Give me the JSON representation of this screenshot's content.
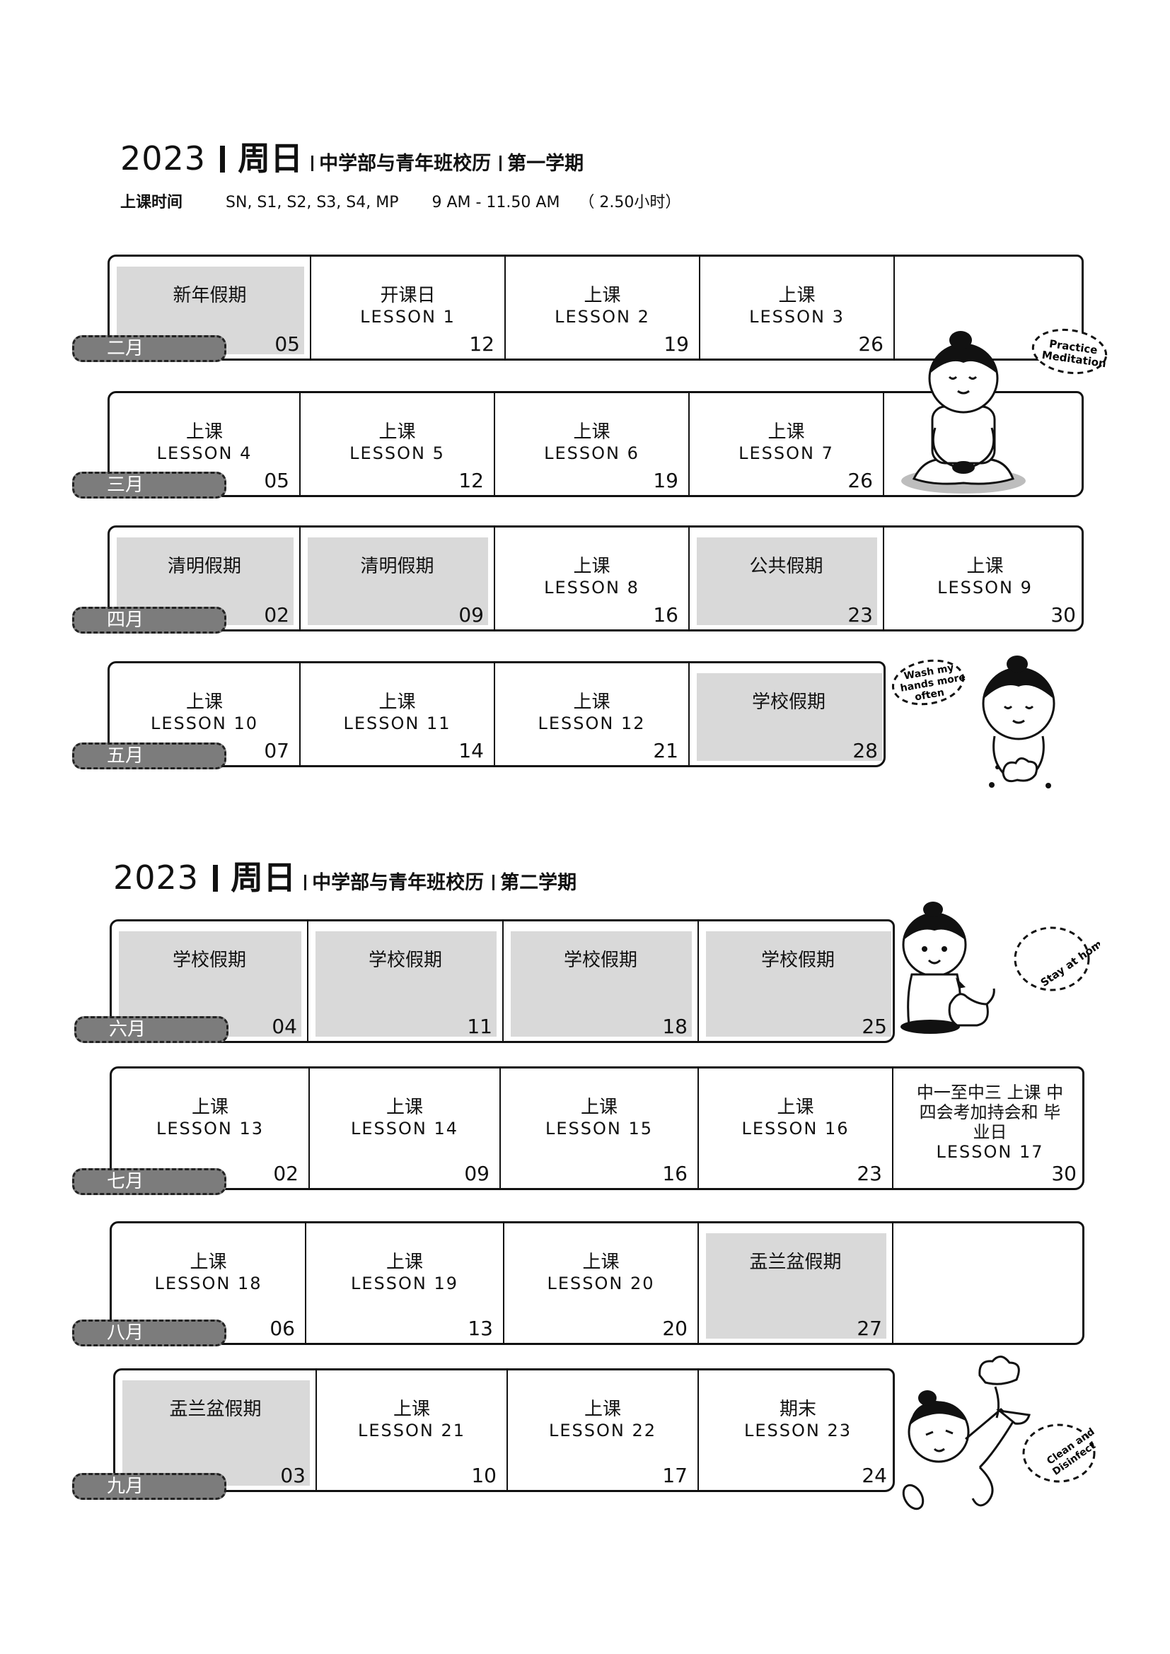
{
  "term1": {
    "year": "2023",
    "day": "周日",
    "school": "中学部与青年班校历",
    "term": "第一学期",
    "class_time_label": "上课时间",
    "classes": "SN, S1, S2, S3, S4, MP",
    "time": "9 AM - 11.50 AM",
    "duration": "（ 2.50小时）"
  },
  "term2": {
    "year": "2023",
    "day": "周日",
    "school": "中学部与青年班校历",
    "term": "第二学期"
  },
  "rows": [
    {
      "month": "二月",
      "cells": [
        {
          "zh": "新年假期",
          "en": "",
          "date": "05",
          "holiday": true
        },
        {
          "zh": "开课日",
          "en": "LESSON 1",
          "date": "12"
        },
        {
          "zh": "上课",
          "en": "LESSON 2",
          "date": "19"
        },
        {
          "zh": "上课",
          "en": "LESSON 3",
          "date": "26"
        },
        {
          "zh": "",
          "en": "",
          "date": ""
        }
      ]
    },
    {
      "month": "三月",
      "cells": [
        {
          "zh": "上课",
          "en": "LESSON 4",
          "date": "05"
        },
        {
          "zh": "上课",
          "en": "LESSON 5",
          "date": "12"
        },
        {
          "zh": "上课",
          "en": "LESSON 6",
          "date": "19"
        },
        {
          "zh": "上课",
          "en": "LESSON 7",
          "date": "26"
        },
        {
          "zh": "",
          "en": "",
          "date": ""
        }
      ]
    },
    {
      "month": "四月",
      "cells": [
        {
          "zh": "清明假期",
          "en": "",
          "date": "02",
          "holiday": true
        },
        {
          "zh": "清明假期",
          "en": "",
          "date": "09",
          "holiday": true
        },
        {
          "zh": "上课",
          "en": "LESSON 8",
          "date": "16"
        },
        {
          "zh": "公共假期",
          "en": "",
          "date": "23",
          "holiday": true
        },
        {
          "zh": "上课",
          "en": "LESSON 9",
          "date": "30"
        }
      ]
    },
    {
      "month": "五月",
      "cells": [
        {
          "zh": "上课",
          "en": "LESSON 10",
          "date": "07"
        },
        {
          "zh": "上课",
          "en": "LESSON 11",
          "date": "14"
        },
        {
          "zh": "上课",
          "en": "LESSON 12",
          "date": "21"
        },
        {
          "zh": "学校假期",
          "en": "",
          "date": "28",
          "holiday": true
        }
      ]
    },
    {
      "month": "六月",
      "cells": [
        {
          "zh": "学校假期",
          "en": "",
          "date": "04",
          "holiday": true
        },
        {
          "zh": "学校假期",
          "en": "",
          "date": "11",
          "holiday": true
        },
        {
          "zh": "学校假期",
          "en": "",
          "date": "18",
          "holiday": true
        },
        {
          "zh": "学校假期",
          "en": "",
          "date": "25",
          "holiday": true
        }
      ]
    },
    {
      "month": "七月",
      "cells": [
        {
          "zh": "上课",
          "en": "LESSON 13",
          "date": "02"
        },
        {
          "zh": "上课",
          "en": "LESSON 14",
          "date": "09"
        },
        {
          "zh": "上课",
          "en": "LESSON 15",
          "date": "16"
        },
        {
          "zh": "上课",
          "en": "LESSON 16",
          "date": "23"
        },
        {
          "zh": "中一至中三 上课 中四会考加持会和 毕业日",
          "en": "LESSON 17",
          "date": "30",
          "long": true
        }
      ]
    },
    {
      "month": "八月",
      "cells": [
        {
          "zh": "上课",
          "en": "LESSON 18",
          "date": "06"
        },
        {
          "zh": "上课",
          "en": "LESSON 19",
          "date": "13"
        },
        {
          "zh": "上课",
          "en": "LESSON 20",
          "date": "20"
        },
        {
          "zh": "盂兰盆假期",
          "en": "",
          "date": "27",
          "holiday": true
        },
        {
          "zh": "",
          "en": "",
          "date": ""
        }
      ]
    },
    {
      "month": "九月",
      "cells": [
        {
          "zh": "盂兰盆假期",
          "en": "",
          "date": "03",
          "holiday": true
        },
        {
          "zh": "上课",
          "en": "LESSON 21",
          "date": "10"
        },
        {
          "zh": "上课",
          "en": "LESSON 22",
          "date": "17"
        },
        {
          "zh": "期末",
          "en": "LESSON 23",
          "date": "24"
        }
      ]
    }
  ],
  "bubbles": {
    "meditation": "Practice Meditation",
    "wash": "Wash my hands more often",
    "home": "Stay at home",
    "clean": "Clean and Disinfect"
  }
}
